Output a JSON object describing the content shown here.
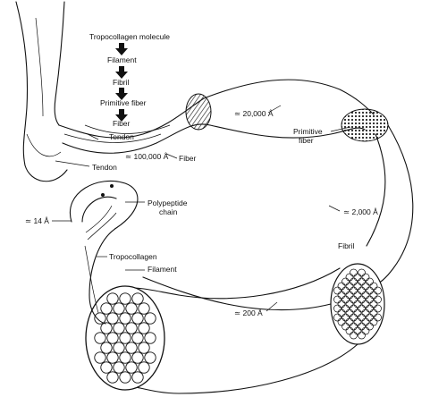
{
  "labels": {
    "hierarchy": {
      "tropocollagen_molecule": "Tropocollagen molecule",
      "filament": "Filament",
      "fibril": "Fibril",
      "primitive_fiber": "Primitive fiber",
      "fiber": "Fiber",
      "tendon": "Tendon"
    },
    "tendon": "Tendon",
    "fiber": "Fiber",
    "size_fiber": "≃ 100,000 Å",
    "size_primitive": "≃ 20,000 Å",
    "primitive_fiber_line1": "Primitive",
    "primitive_fiber_line2": "fiber",
    "size_fibril": "≃ 2,000 Å",
    "fibril": "Fibril",
    "polypeptide_line1": "Polypeptide",
    "polypeptide_line2": "chain",
    "size_tropocollagen": "≃ 14 Å",
    "tropocollagen": "Tropocollagen",
    "filament": "Filament",
    "size_filament": "≃ 200 Å"
  }
}
